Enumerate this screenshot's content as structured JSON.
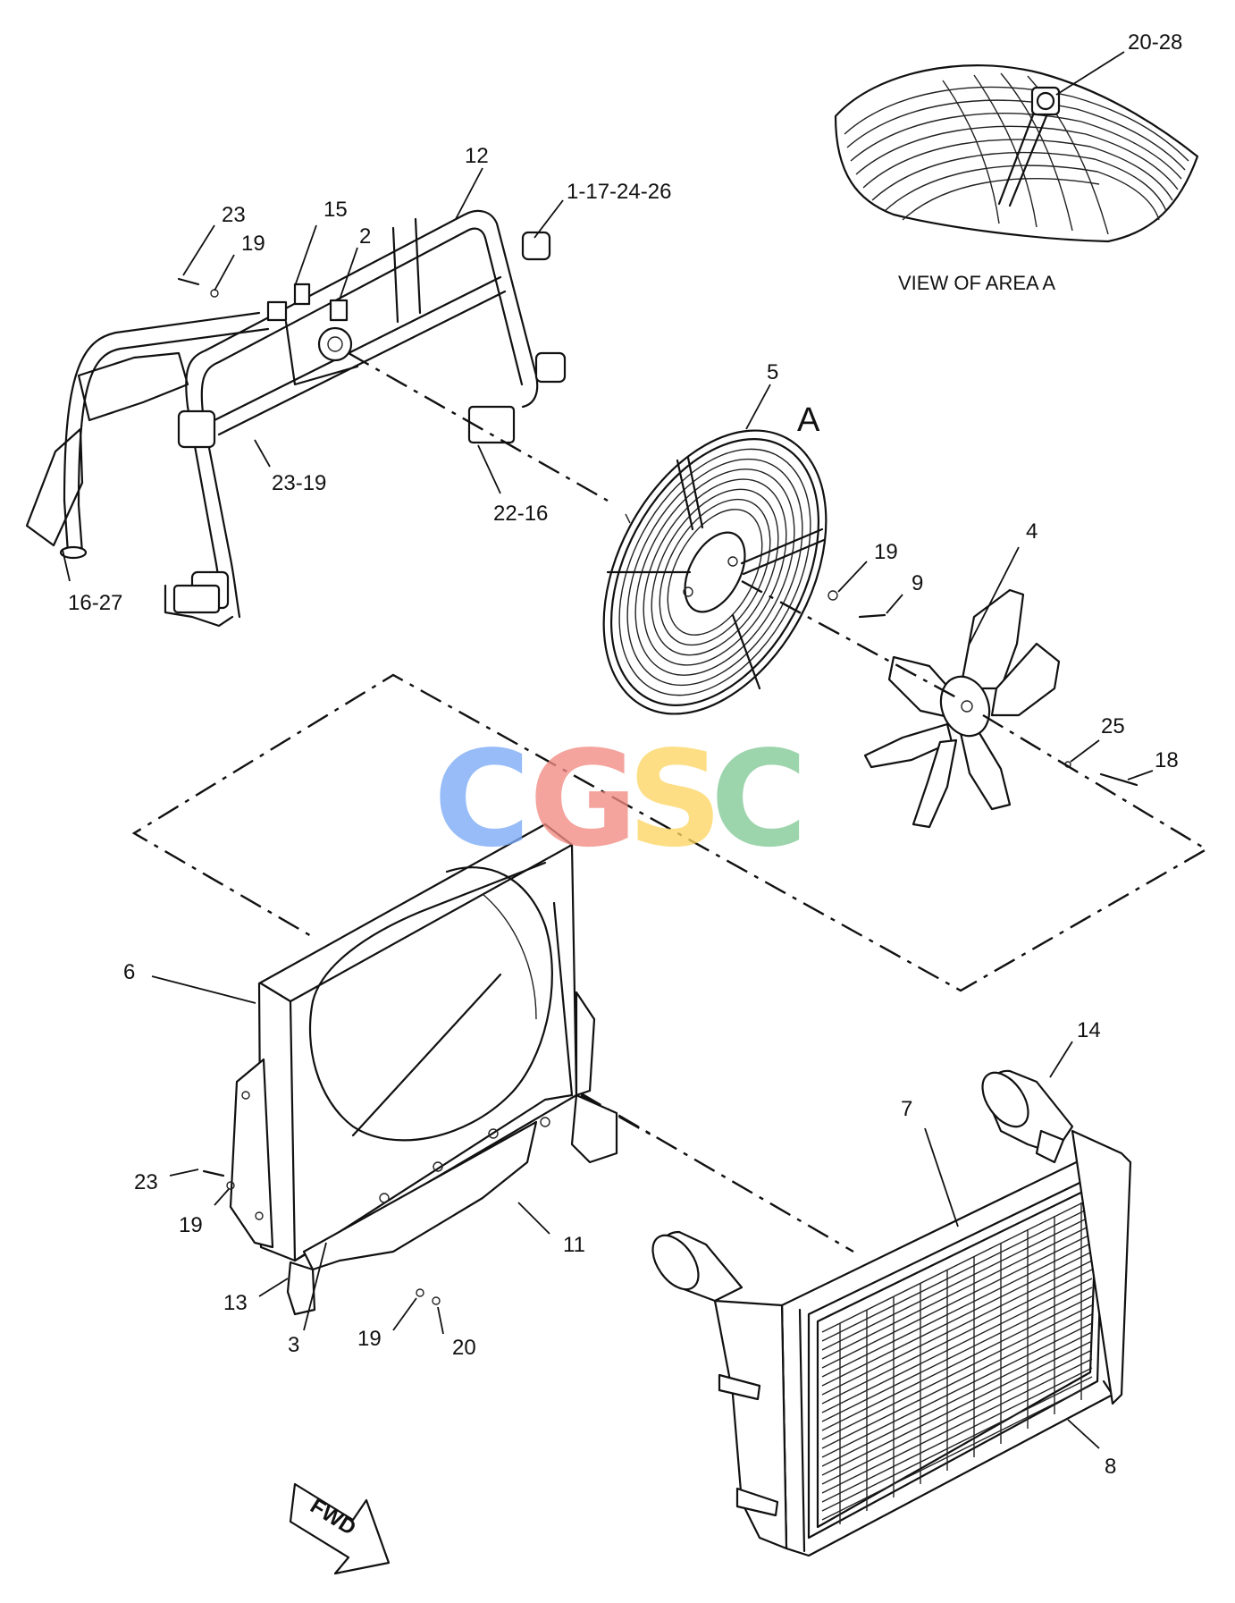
{
  "diagram": {
    "callouts": [
      {
        "id": "c-20-28",
        "text": "20-28"
      },
      {
        "id": "c-12",
        "text": "12"
      },
      {
        "id": "c-1-17-24-26",
        "text": "1-17-24-26"
      },
      {
        "id": "c-23-top",
        "text": "23"
      },
      {
        "id": "c-15",
        "text": "15"
      },
      {
        "id": "c-19-top",
        "text": "19"
      },
      {
        "id": "c-2",
        "text": "2"
      },
      {
        "id": "c-5",
        "text": "5"
      },
      {
        "id": "c-23-19",
        "text": "23-19"
      },
      {
        "id": "c-22-16",
        "text": "22-16"
      },
      {
        "id": "c-16-27",
        "text": "16-27"
      },
      {
        "id": "c-4",
        "text": "4"
      },
      {
        "id": "c-19-fan",
        "text": "19"
      },
      {
        "id": "c-9",
        "text": "9"
      },
      {
        "id": "c-25",
        "text": "25"
      },
      {
        "id": "c-18",
        "text": "18"
      },
      {
        "id": "c-6",
        "text": "6"
      },
      {
        "id": "c-14",
        "text": "14"
      },
      {
        "id": "c-7",
        "text": "7"
      },
      {
        "id": "c-23-low",
        "text": "23"
      },
      {
        "id": "c-19-low",
        "text": "19"
      },
      {
        "id": "c-11",
        "text": "11"
      },
      {
        "id": "c-13",
        "text": "13"
      },
      {
        "id": "c-3",
        "text": "3"
      },
      {
        "id": "c-19-bot",
        "text": "19"
      },
      {
        "id": "c-20",
        "text": "20"
      },
      {
        "id": "c-8",
        "text": "8"
      }
    ],
    "view_caption": "VIEW OF AREA A",
    "view_marker": "A",
    "direction_label": "FWD"
  },
  "watermark": {
    "letters": [
      {
        "char": "C",
        "color": "#7baaf7"
      },
      {
        "char": "G",
        "color": "#f28b82"
      },
      {
        "char": "S",
        "color": "#fdd663"
      },
      {
        "char": "C",
        "color": "#81c995"
      }
    ]
  }
}
